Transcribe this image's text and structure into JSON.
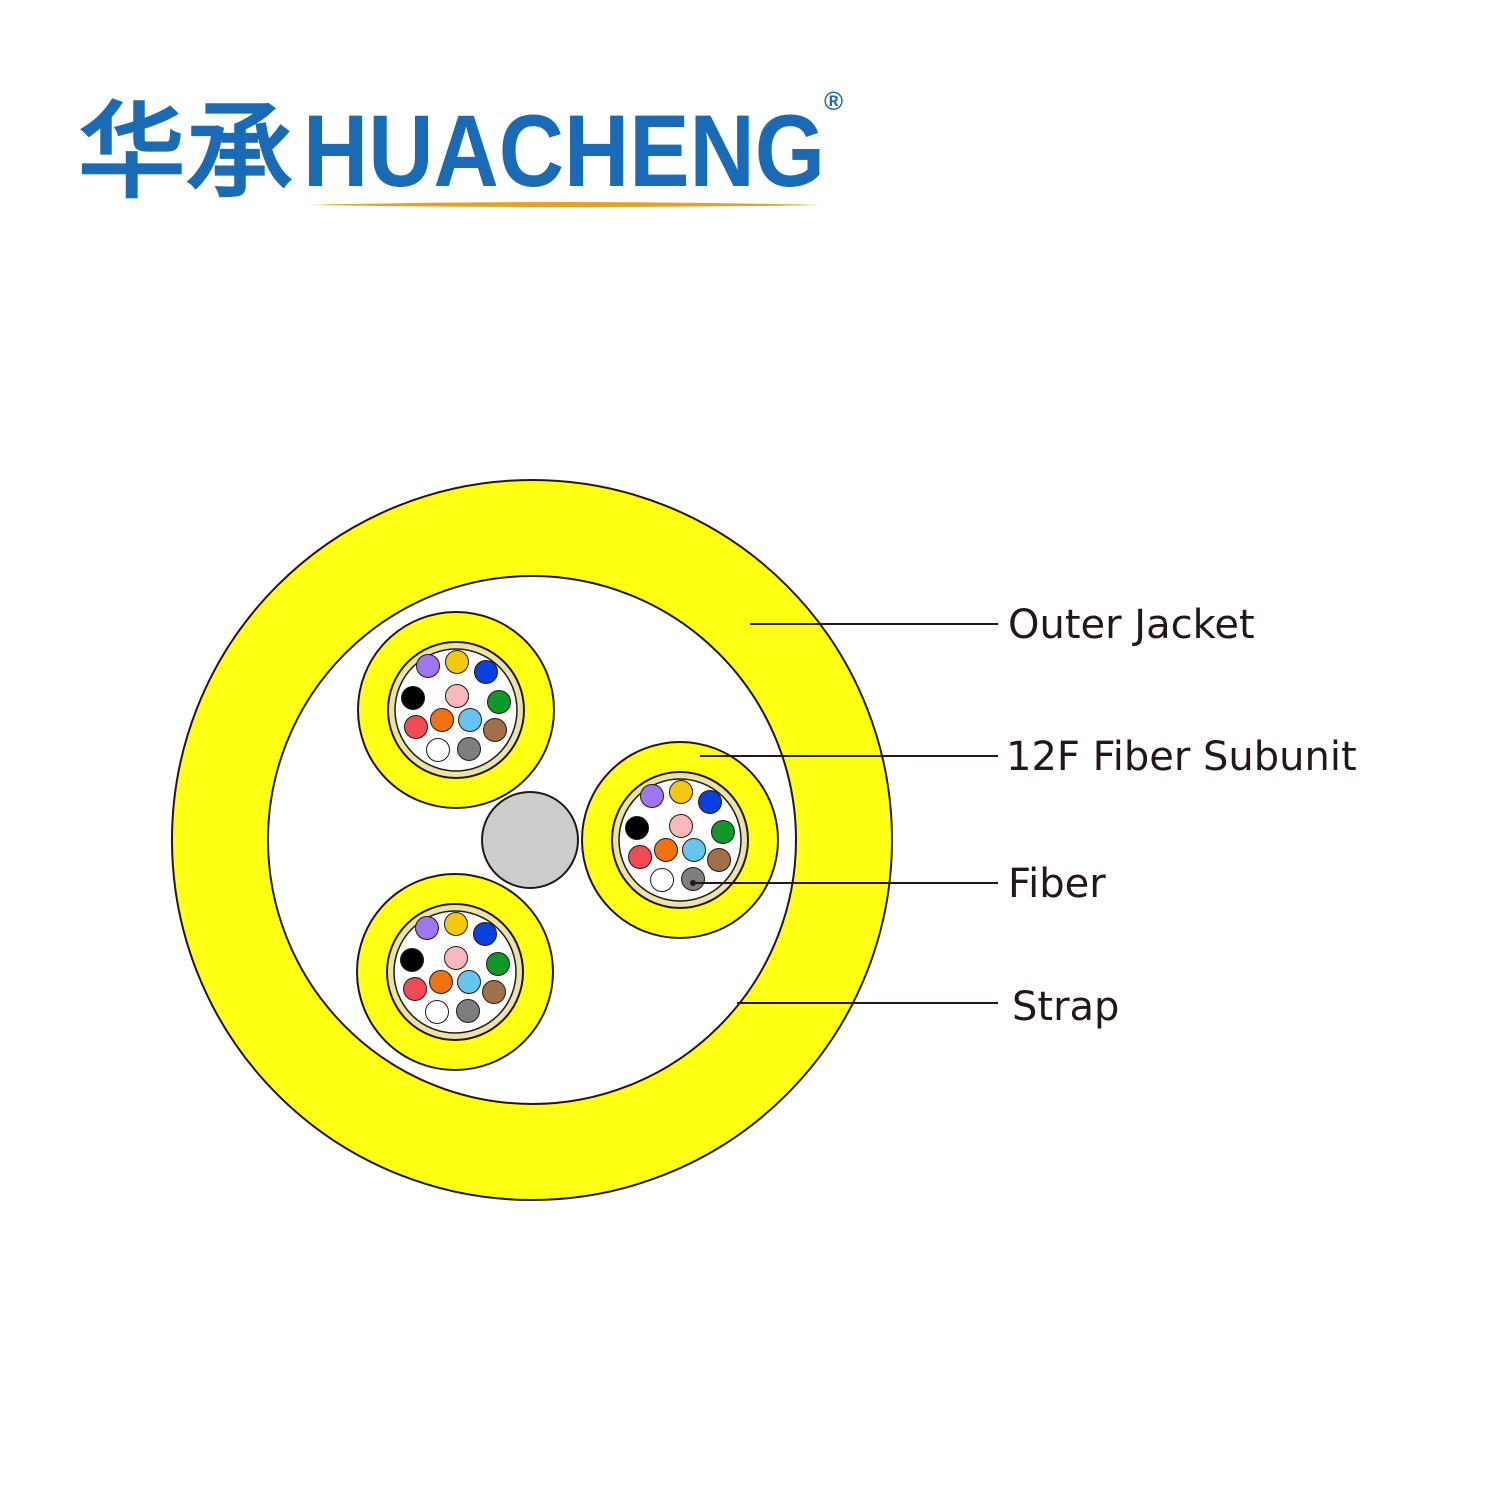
{
  "logo": {
    "chinese": "华承",
    "english": "HUACHENG",
    "registered_mark": "®",
    "text_color": "#1a6bb5",
    "underline_color": "#e0a520"
  },
  "labels": {
    "outer_jacket": "Outer Jacket",
    "subunit": "12F Fiber Subunit",
    "fiber": "Fiber",
    "strap": "Strap"
  },
  "colors": {
    "jacket": "#ffff14",
    "outline": "#231815",
    "interior": "#ffffff",
    "strength_member": "#cccccc",
    "aramid_ring": "#e8e4a8",
    "leader_line": "#231815",
    "fibers": [
      "#9d77f0",
      "#f2c80f",
      "#0a3fe0",
      "#0e9928",
      "#a0704a",
      "#7e7e7e",
      "#ffffff",
      "#f04a57",
      "#000000",
      "#f8b8bc",
      "#ef7212",
      "#66c4f0"
    ]
  }
}
